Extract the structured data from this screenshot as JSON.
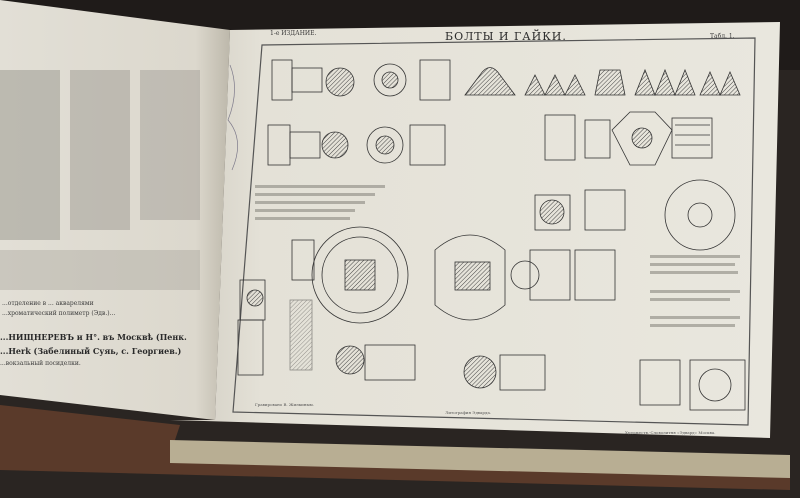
{
  "plate": {
    "edition": "1-е ИЗДАНИЕ.",
    "title": "БОЛТЫ И ГАЙКИ.",
    "plate_number": "Табл. 1.",
    "footer_left": "Гравировано В. Жилкиным.",
    "footer_center": "Литография Эдварда.",
    "footer_right": "Художеств.-Словолитня «Эдвард» Москва."
  },
  "left_page": {
    "line_1": "...отделение в ... акварелями",
    "line_2": "...хроматический полиметр (Эдв.)...",
    "line_3": "...НИЩНЕРЕВЪ и Н°. въ Москвѣ (Пенк.",
    "line_4": "...Herk (Забелиный Суяь, с. Георгиев.)",
    "line_5": "...вокзальный посиделки."
  },
  "colors": {
    "table": "#2a2522",
    "paper": "#e6e3d9",
    "ink": "#3a3a3a"
  }
}
